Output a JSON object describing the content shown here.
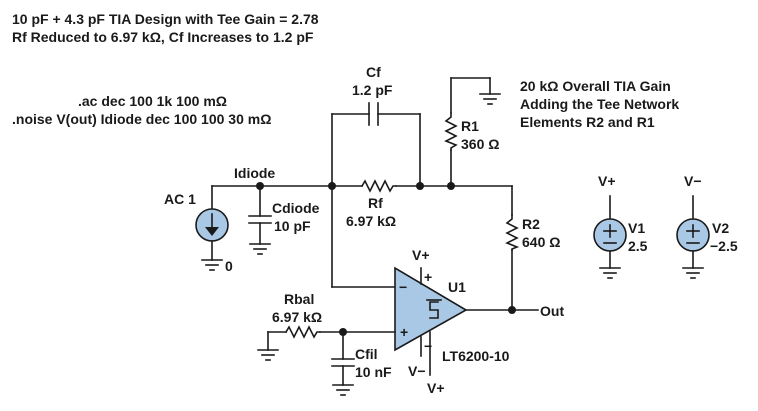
{
  "title": {
    "line1": "10 pF + 4.3 pF TIA Design with Tee Gain = 2.78",
    "line2": "Rf Reduced to 6.97 kΩ, Cf Increases to 1.2 pF"
  },
  "spice": {
    "line1": ".ac dec 100 1k 100 mΩ",
    "line2": ".noise V(out) Idiode dec 100 100 30 mΩ"
  },
  "note": {
    "line1": "20 kΩ Overall TIA Gain",
    "line2": "Adding the Tee Network",
    "line3": "Elements R2 and R1"
  },
  "components": {
    "cf": {
      "name": "Cf",
      "value": "1.2 pF"
    },
    "rf": {
      "name": "Rf",
      "value": "6.97 kΩ"
    },
    "r1": {
      "name": "R1",
      "value": "360 Ω"
    },
    "r2": {
      "name": "R2",
      "value": "640 Ω"
    },
    "cdiode": {
      "name": "Cdiode",
      "value": "10 pF"
    },
    "ac1": {
      "name": "AC 1",
      "ground_label": "0"
    },
    "rbal": {
      "name": "Rbal",
      "value": "6.97 kΩ"
    },
    "cfil": {
      "name": "Cfil",
      "value": "10 nF"
    },
    "u1": {
      "name": "U1",
      "part": "LT6200-10",
      "plus": "+",
      "minus": "−"
    },
    "v1": {
      "name": "V1",
      "value": "2.5",
      "rail": "V+"
    },
    "v2": {
      "name": "V2",
      "value": "−2.5",
      "rail": "V−"
    }
  },
  "nets": {
    "idiode": "Idiode",
    "out": "Out",
    "vplus_top": "V+",
    "vminus": "V−",
    "vplus_bottom": "V+"
  },
  "colors": {
    "source_fill": "#a9c8e6",
    "ink": "#1a1a1a",
    "background": "#ffffff"
  }
}
